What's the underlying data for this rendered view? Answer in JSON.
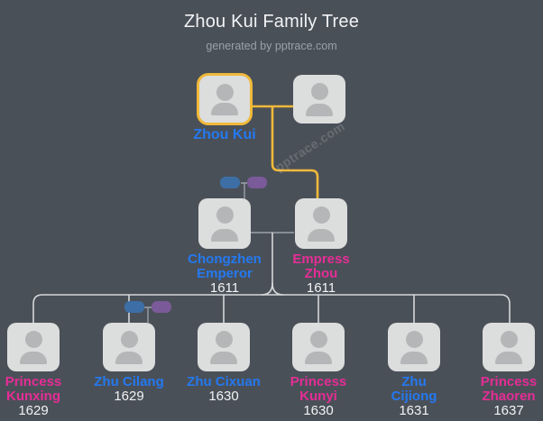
{
  "header": {
    "title": "Zhou Kui Family Tree",
    "subtitle": "generated by pptrace.com"
  },
  "watermark": "pptrace.com",
  "palette": {
    "background": "#4a5058",
    "box_fill": "#dcdddd",
    "highlight_border": "#f0b93a",
    "line_white": "#d5d7d9",
    "line_gray": "#9ba1a7",
    "male_name": "#2479f0",
    "female_name": "#e52d96",
    "year_text": "#f2f3f4",
    "chip_male": "#3d6fa6",
    "chip_female": "#7a5a99"
  },
  "tree": {
    "grandfather": {
      "name": "Zhou Kui",
      "name_color": "#2479f0",
      "highlighted": true
    },
    "grandmother": {
      "name": ""
    },
    "parents": {
      "father": {
        "line1": "Chongzhen",
        "line2": "Emperor",
        "year": "1611",
        "name_color": "#2479f0"
      },
      "mother": {
        "line1": "Empress",
        "line2": "Zhou",
        "year": "1611",
        "name_color": "#e52d96"
      }
    },
    "children": [
      {
        "line1": "Princess",
        "line2": "Kunxing",
        "year": "1629",
        "name_color": "#e52d96"
      },
      {
        "line1": "Zhu Cilang",
        "line2": "",
        "year": "1629",
        "name_color": "#2479f0"
      },
      {
        "line1": "Zhu Cixuan",
        "line2": "",
        "year": "1630",
        "name_color": "#2479f0"
      },
      {
        "line1": "Princess",
        "line2": "Kunyi",
        "year": "1630",
        "name_color": "#e52d96"
      },
      {
        "line1": "Zhu",
        "line2": "Cijiong",
        "year": "1631",
        "name_color": "#2479f0"
      },
      {
        "line1": "Princess",
        "line2": "Zhaoren",
        "year": "1637",
        "name_color": "#e52d96"
      }
    ]
  }
}
